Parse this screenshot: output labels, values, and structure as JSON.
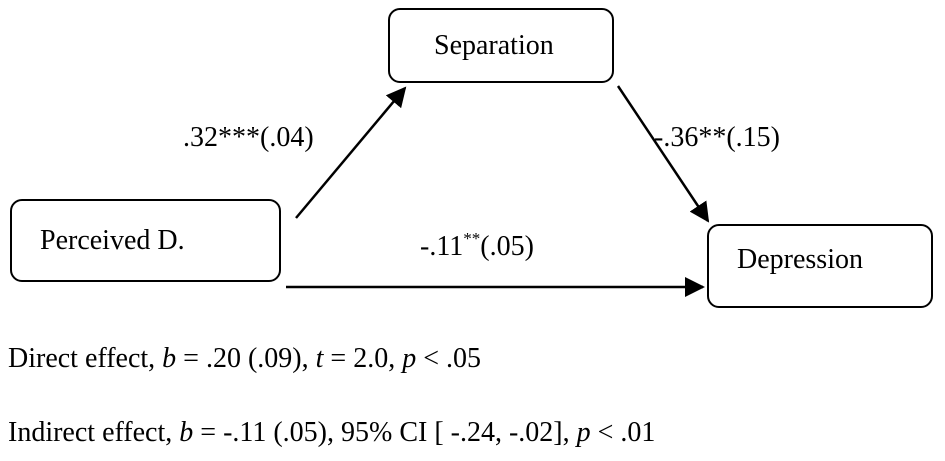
{
  "nodes": {
    "separation": "Separation",
    "perceived": "Perceived D.",
    "depression": "Depression"
  },
  "paths": {
    "a": ".32***(.04)",
    "b": "-.36**(.15)",
    "c_coef": "-.11",
    "c_stars": "**",
    "c_se": "(.05)"
  },
  "notes": {
    "direct": {
      "lead": "Direct effect, ",
      "b_sym": "b",
      "b_val": " = .20 (.09), ",
      "t_sym": "t",
      "t_val": " = 2.0, ",
      "p_sym": "p",
      "p_val": " < .05"
    },
    "indirect": {
      "lead": "Indirect effect, ",
      "b_sym": "b",
      "b_val": " = -.11 (.05), 95% CI [ -.24, -.02], ",
      "p_sym": "p",
      "p_val": " < .01"
    }
  }
}
